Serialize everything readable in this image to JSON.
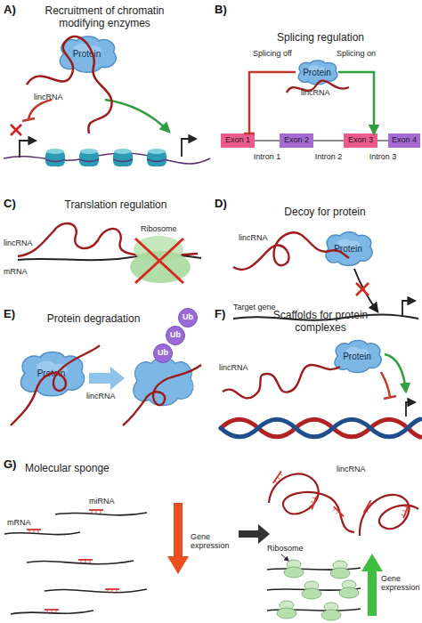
{
  "diagram": {
    "nodes": [
      {
        "text": [
          "Protein"
        ]
      },
      {
        "text": [
          "Protein"
        ]
      },
      {
        "text": [
          "Exon 1"
        ]
      },
      {
        "text": [
          "Exon 2"
        ]
      },
      {
        "text": [
          "Exon 3"
        ]
      },
      {
        "text": [
          "Exon 4"
        ]
      },
      {
        "text": [
          "Protein"
        ]
      },
      {
        "text": [
          "Protein"
        ]
      },
      {
        "text": [
          "Ub"
        ]
      },
      {
        "text": [
          "Ub"
        ]
      },
      {
        "text": [
          "Ub"
        ]
      },
      {
        "text": [
          "Protein"
        ]
      }
    ],
    "edges": [
      {
        "from": 1,
        "to": 2,
        "label": "Splicing off",
        "arrow": "none"
      },
      {
        "from": 1,
        "to": 4,
        "label": "Splicing on",
        "arrow": "to"
      }
    ],
    "labels": [
      "A)",
      "Recruitment of chromatin modifying enzymes",
      "lincRNA",
      "B)",
      "Splicing regulation",
      "lincRNA",
      "Intron 1",
      "Intron 2",
      "Intron 3",
      "C)",
      "Translation regulation",
      "lincRNA",
      "mRNA",
      "Ribosome",
      "D)",
      "Decoy for protein",
      "lincRNA",
      "Target gene",
      "E)",
      "Protein degradation",
      "lincRNA",
      "F)",
      "Scaffolds for protein complexes",
      "lincRNA",
      "G)",
      "Molecular sponge",
      "mRNA",
      "miRNA",
      "Gene expression",
      "lincRNA",
      "Ribosome",
      "Gene expression"
    ]
  }
}
